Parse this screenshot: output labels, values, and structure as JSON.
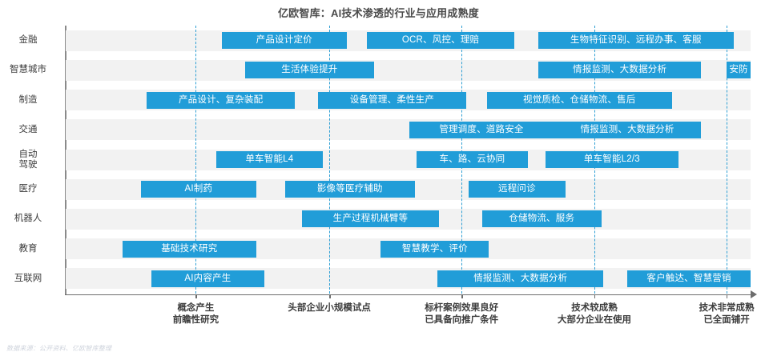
{
  "chart_data": {
    "type": "table",
    "title": "亿欧智库：AI技术渗透的行业与应用成熟度",
    "xlabel": "",
    "ylabel": "",
    "grid": true,
    "legend": "none",
    "source_note": "数据来源：公开资料、亿欧智库整理",
    "accent_color": "#219dd8",
    "band_color": "#f2f2f2",
    "axis_color": "#6d6d6d",
    "x_axis_stage_labels": [
      {
        "line1": "概念产生",
        "line2": "前瞻性研究"
      },
      {
        "line1": "头部企业小规模试点",
        "line2": ""
      },
      {
        "line1": "标杆案例效果良好",
        "line2": "已具备向推广条件"
      },
      {
        "line1": "技术较成熟",
        "line2": "大部分企业在使用"
      },
      {
        "line1": "技术非常成熟",
        "line2": "已全面铺开"
      }
    ],
    "categories": [
      "金融",
      "智慧城市",
      "制造",
      "交通",
      "自动\n驾驶",
      "医疗",
      "机器人",
      "教育",
      "互联网"
    ],
    "rows": [
      {
        "category": "金融",
        "label_lines": [
          "金融"
        ],
        "items": [
          {
            "text": "产品设计定价",
            "start": 0.228,
            "end": 0.41
          },
          {
            "text": "OCR、风控、理赔",
            "start": 0.44,
            "end": 0.655
          },
          {
            "text": "生物特征识别、远程办事、客服",
            "start": 0.69,
            "end": 0.975
          }
        ]
      },
      {
        "category": "智慧城市",
        "label_lines": [
          "智慧城市"
        ],
        "items": [
          {
            "text": "生活体验提升",
            "start": 0.262,
            "end": 0.45
          },
          {
            "text": "情报监测、大数据分析",
            "start": 0.69,
            "end": 0.928
          },
          {
            "text": "安防",
            "start": 0.965,
            "end": 1.0
          }
        ]
      },
      {
        "category": "制造",
        "label_lines": [
          "制造"
        ],
        "items": [
          {
            "text": "产品设计、复杂装配",
            "start": 0.118,
            "end": 0.335
          },
          {
            "text": "设备管理、柔性生产",
            "start": 0.368,
            "end": 0.585
          },
          {
            "text": "视觉质检、仓储物流、售后",
            "start": 0.615,
            "end": 0.885
          }
        ]
      },
      {
        "category": "交通",
        "label_lines": [
          "交通"
        ],
        "items": [
          {
            "text": "管理调度、道路安全",
            "start": 0.502,
            "end": 0.712
          },
          {
            "text": "情报监测、大数据分析",
            "start": 0.712,
            "end": 0.928
          }
        ]
      },
      {
        "category": "自动驾驶",
        "label_lines": [
          "自动",
          "驾驶"
        ],
        "items": [
          {
            "text": "单车智能L4",
            "start": 0.22,
            "end": 0.375
          },
          {
            "text": "车、路、云协同",
            "start": 0.512,
            "end": 0.675
          },
          {
            "text": "单车智能L2/3",
            "start": 0.7,
            "end": 0.895
          }
        ]
      },
      {
        "category": "医疗",
        "label_lines": [
          "医疗"
        ],
        "items": [
          {
            "text": "AI制药",
            "start": 0.11,
            "end": 0.278
          },
          {
            "text": "影像等医疗辅助",
            "start": 0.32,
            "end": 0.51
          },
          {
            "text": "远程问诊",
            "start": 0.588,
            "end": 0.73
          }
        ]
      },
      {
        "category": "机器人",
        "label_lines": [
          "机器人"
        ],
        "items": [
          {
            "text": "生产过程机械臂等",
            "start": 0.345,
            "end": 0.545
          },
          {
            "text": "仓储物流、服务",
            "start": 0.608,
            "end": 0.782
          }
        ]
      },
      {
        "category": "教育",
        "label_lines": [
          "教育"
        ],
        "items": [
          {
            "text": "基础技术研究",
            "start": 0.083,
            "end": 0.278
          },
          {
            "text": "智慧教学、评价",
            "start": 0.46,
            "end": 0.618
          }
        ]
      },
      {
        "category": "互联网",
        "label_lines": [
          "互联网"
        ],
        "items": [
          {
            "text": "AI内容产生",
            "start": 0.125,
            "end": 0.29
          },
          {
            "text": "情报监测、大数据分析",
            "start": 0.543,
            "end": 0.785
          },
          {
            "text": "客户触达、智慧营销",
            "start": 0.82,
            "end": 1.0
          }
        ]
      }
    ],
    "gridlines_x": [
      0.19,
      0.385,
      0.578,
      0.772,
      0.965
    ]
  }
}
